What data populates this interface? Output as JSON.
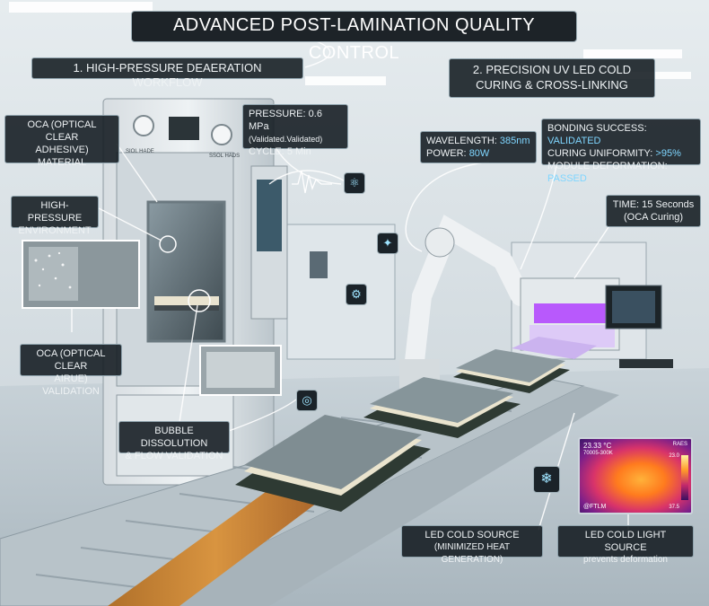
{
  "title": "ADVANCED POST-LAMINATION QUALITY CONTROL",
  "workflow1": "1. HIGH-PRESSURE DEAERATION WORKFLOW",
  "workflow2": {
    "line1": "2. PRECISION UV LED COLD",
    "line2": "CURING & CROSS-LINKING"
  },
  "oca_material": {
    "line1": "OCA (OPTICAL CLEAR",
    "line2": "ADHESIVE)",
    "line3": "MATERIAL"
  },
  "pressure_box": {
    "pressure_key": "PRESSURE:",
    "pressure_val": "0.6 MPa",
    "validated_note": "(Validated.Validated)",
    "cycle_key": "CYCLE:",
    "cycle_val": "5 Min"
  },
  "wavelength_box": {
    "wavelength_key": "WAVELENGTH:",
    "wavelength_val": "385nm",
    "power_key": "POWER:",
    "power_val": "80W"
  },
  "results_box": {
    "bonding_key": "BONDING SUCCESS:",
    "bonding_val": "VALIDATED",
    "uniformity_key": "CURING UNIFORMITY:",
    "uniformity_val": ">95%",
    "deformation_key": "MODULE DEFORMATION:",
    "deformation_val": "PASSED"
  },
  "high_pressure_env": {
    "line1": "HIGH-PRESSURE",
    "line2": "ENVIRONMENT"
  },
  "time_box": {
    "line1": "TIME: 15 Seconds",
    "line2": "(OCA Curing)"
  },
  "oca_validation": {
    "line1": "OCA (OPTICAL CLEAR",
    "line2": "AIRUE) VALIDATION"
  },
  "bubble_box": {
    "line1": "BUBBLE DISSOLUTION",
    "line2": "& FLOW VALIDATION"
  },
  "led_cold_source": {
    "line1": "LED COLD SOURCE",
    "line2": "(MINIMIZED HEAT GENERATION)"
  },
  "led_cold_light": {
    "line1": "LED COLD LIGHT SOURCE",
    "line2": "prevents deformation"
  },
  "thermal": {
    "temp": "23.33 °C",
    "range": "70005-300K",
    "brand": "@FTLM",
    "scale_top": "23.0",
    "scale_bottom": "37.5",
    "mode": "RAES"
  },
  "chamber_panel": {
    "label1": "SIOL HADE",
    "label2": "SSOL HADS"
  },
  "colors": {
    "label_bg": "#121a20",
    "accent": "#7fd6ff",
    "uv": "#b040ff"
  }
}
